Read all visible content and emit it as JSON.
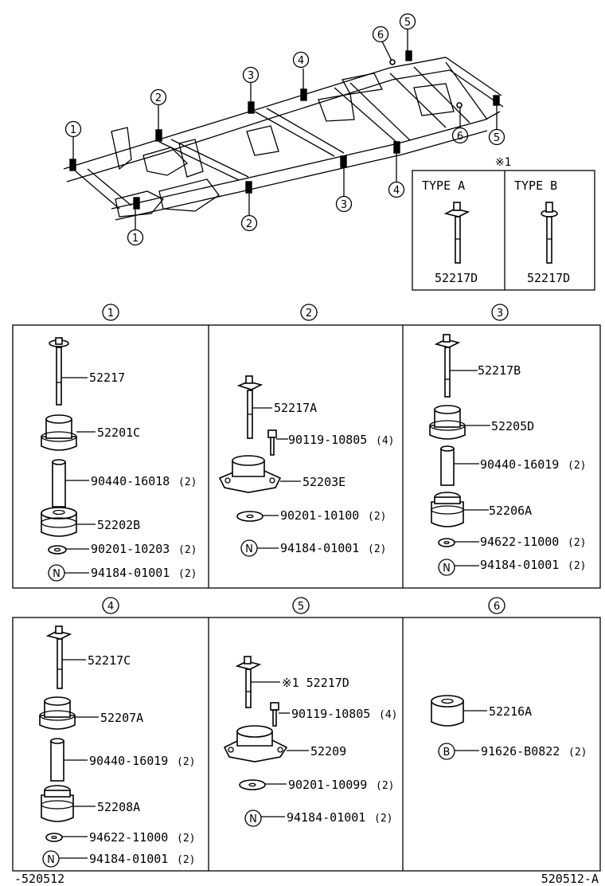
{
  "corner": {
    "left": "-520512",
    "right": "520512-A"
  },
  "inset": {
    "note": "※1",
    "type_a": "TYPE A",
    "type_b": "TYPE B",
    "part_a": "52217D",
    "part_b": "52217D"
  },
  "overview_markers": [
    "1",
    "2",
    "3",
    "4",
    "5",
    "6"
  ],
  "groups": [
    {
      "id": "1",
      "parts": [
        {
          "num": "52217",
          "qty": ""
        },
        {
          "num": "52201C",
          "qty": ""
        },
        {
          "num": "90440-16018",
          "qty": "(2)"
        },
        {
          "num": "52202B",
          "qty": ""
        },
        {
          "num": "90201-10203",
          "qty": "(2)"
        },
        {
          "num": "94184-01001",
          "qty": "(2)",
          "badge": "N"
        }
      ]
    },
    {
      "id": "2",
      "parts": [
        {
          "num": "52217A",
          "qty": ""
        },
        {
          "num": "90119-10805",
          "qty": "(4)"
        },
        {
          "num": "52203E",
          "qty": ""
        },
        {
          "num": "90201-10100",
          "qty": "(2)"
        },
        {
          "num": "94184-01001",
          "qty": "(2)",
          "badge": "N"
        }
      ]
    },
    {
      "id": "3",
      "parts": [
        {
          "num": "52217B",
          "qty": ""
        },
        {
          "num": "52205D",
          "qty": ""
        },
        {
          "num": "90440-16019",
          "qty": "(2)"
        },
        {
          "num": "52206A",
          "qty": ""
        },
        {
          "num": "94622-11000",
          "qty": "(2)"
        },
        {
          "num": "94184-01001",
          "qty": "(2)",
          "badge": "N"
        }
      ]
    },
    {
      "id": "4",
      "parts": [
        {
          "num": "52217C",
          "qty": ""
        },
        {
          "num": "52207A",
          "qty": ""
        },
        {
          "num": "90440-16019",
          "qty": "(2)"
        },
        {
          "num": "52208A",
          "qty": ""
        },
        {
          "num": "94622-11000",
          "qty": "(2)"
        },
        {
          "num": "94184-01001",
          "qty": "(2)",
          "badge": "N"
        }
      ]
    },
    {
      "id": "5",
      "parts": [
        {
          "num": "※1 52217D",
          "qty": ""
        },
        {
          "num": "90119-10805",
          "qty": "(4)"
        },
        {
          "num": "52209",
          "qty": ""
        },
        {
          "num": "90201-10099",
          "qty": "(2)"
        },
        {
          "num": "94184-01001",
          "qty": "(2)",
          "badge": "N"
        }
      ]
    },
    {
      "id": "6",
      "parts": [
        {
          "num": "52216A",
          "qty": ""
        },
        {
          "num": "91626-B0822",
          "qty": "(2)",
          "badge": "B"
        }
      ]
    }
  ]
}
